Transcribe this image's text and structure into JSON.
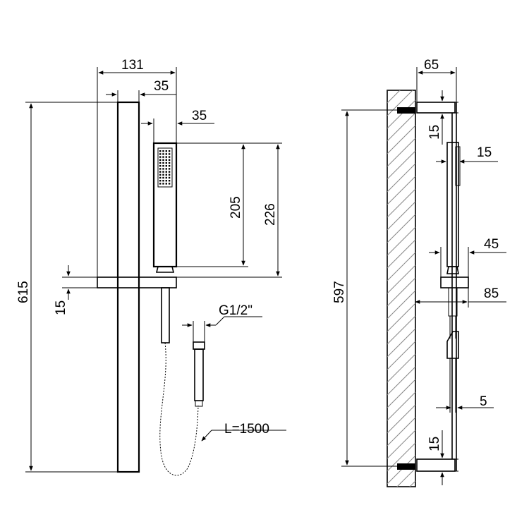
{
  "dimensions": {
    "bar_width": "131",
    "bar_depth": "35",
    "handle_width": "35",
    "handle_length": "205",
    "handle_total": "226",
    "total_height": "615",
    "holder_height": "15",
    "hose_thread": "G1/2\"",
    "hose_length": "L=1500",
    "wall_offset": "65",
    "bracket_thickness_top": "15",
    "handle_thickness": "15",
    "holder_depth": "45",
    "holder_projection": "85",
    "bar_diameter": "5",
    "bracket_thickness_bottom": "15",
    "bracket_spacing": "597"
  },
  "colors": {
    "line": "#000000",
    "hatch": "#888888",
    "background": "#ffffff"
  }
}
